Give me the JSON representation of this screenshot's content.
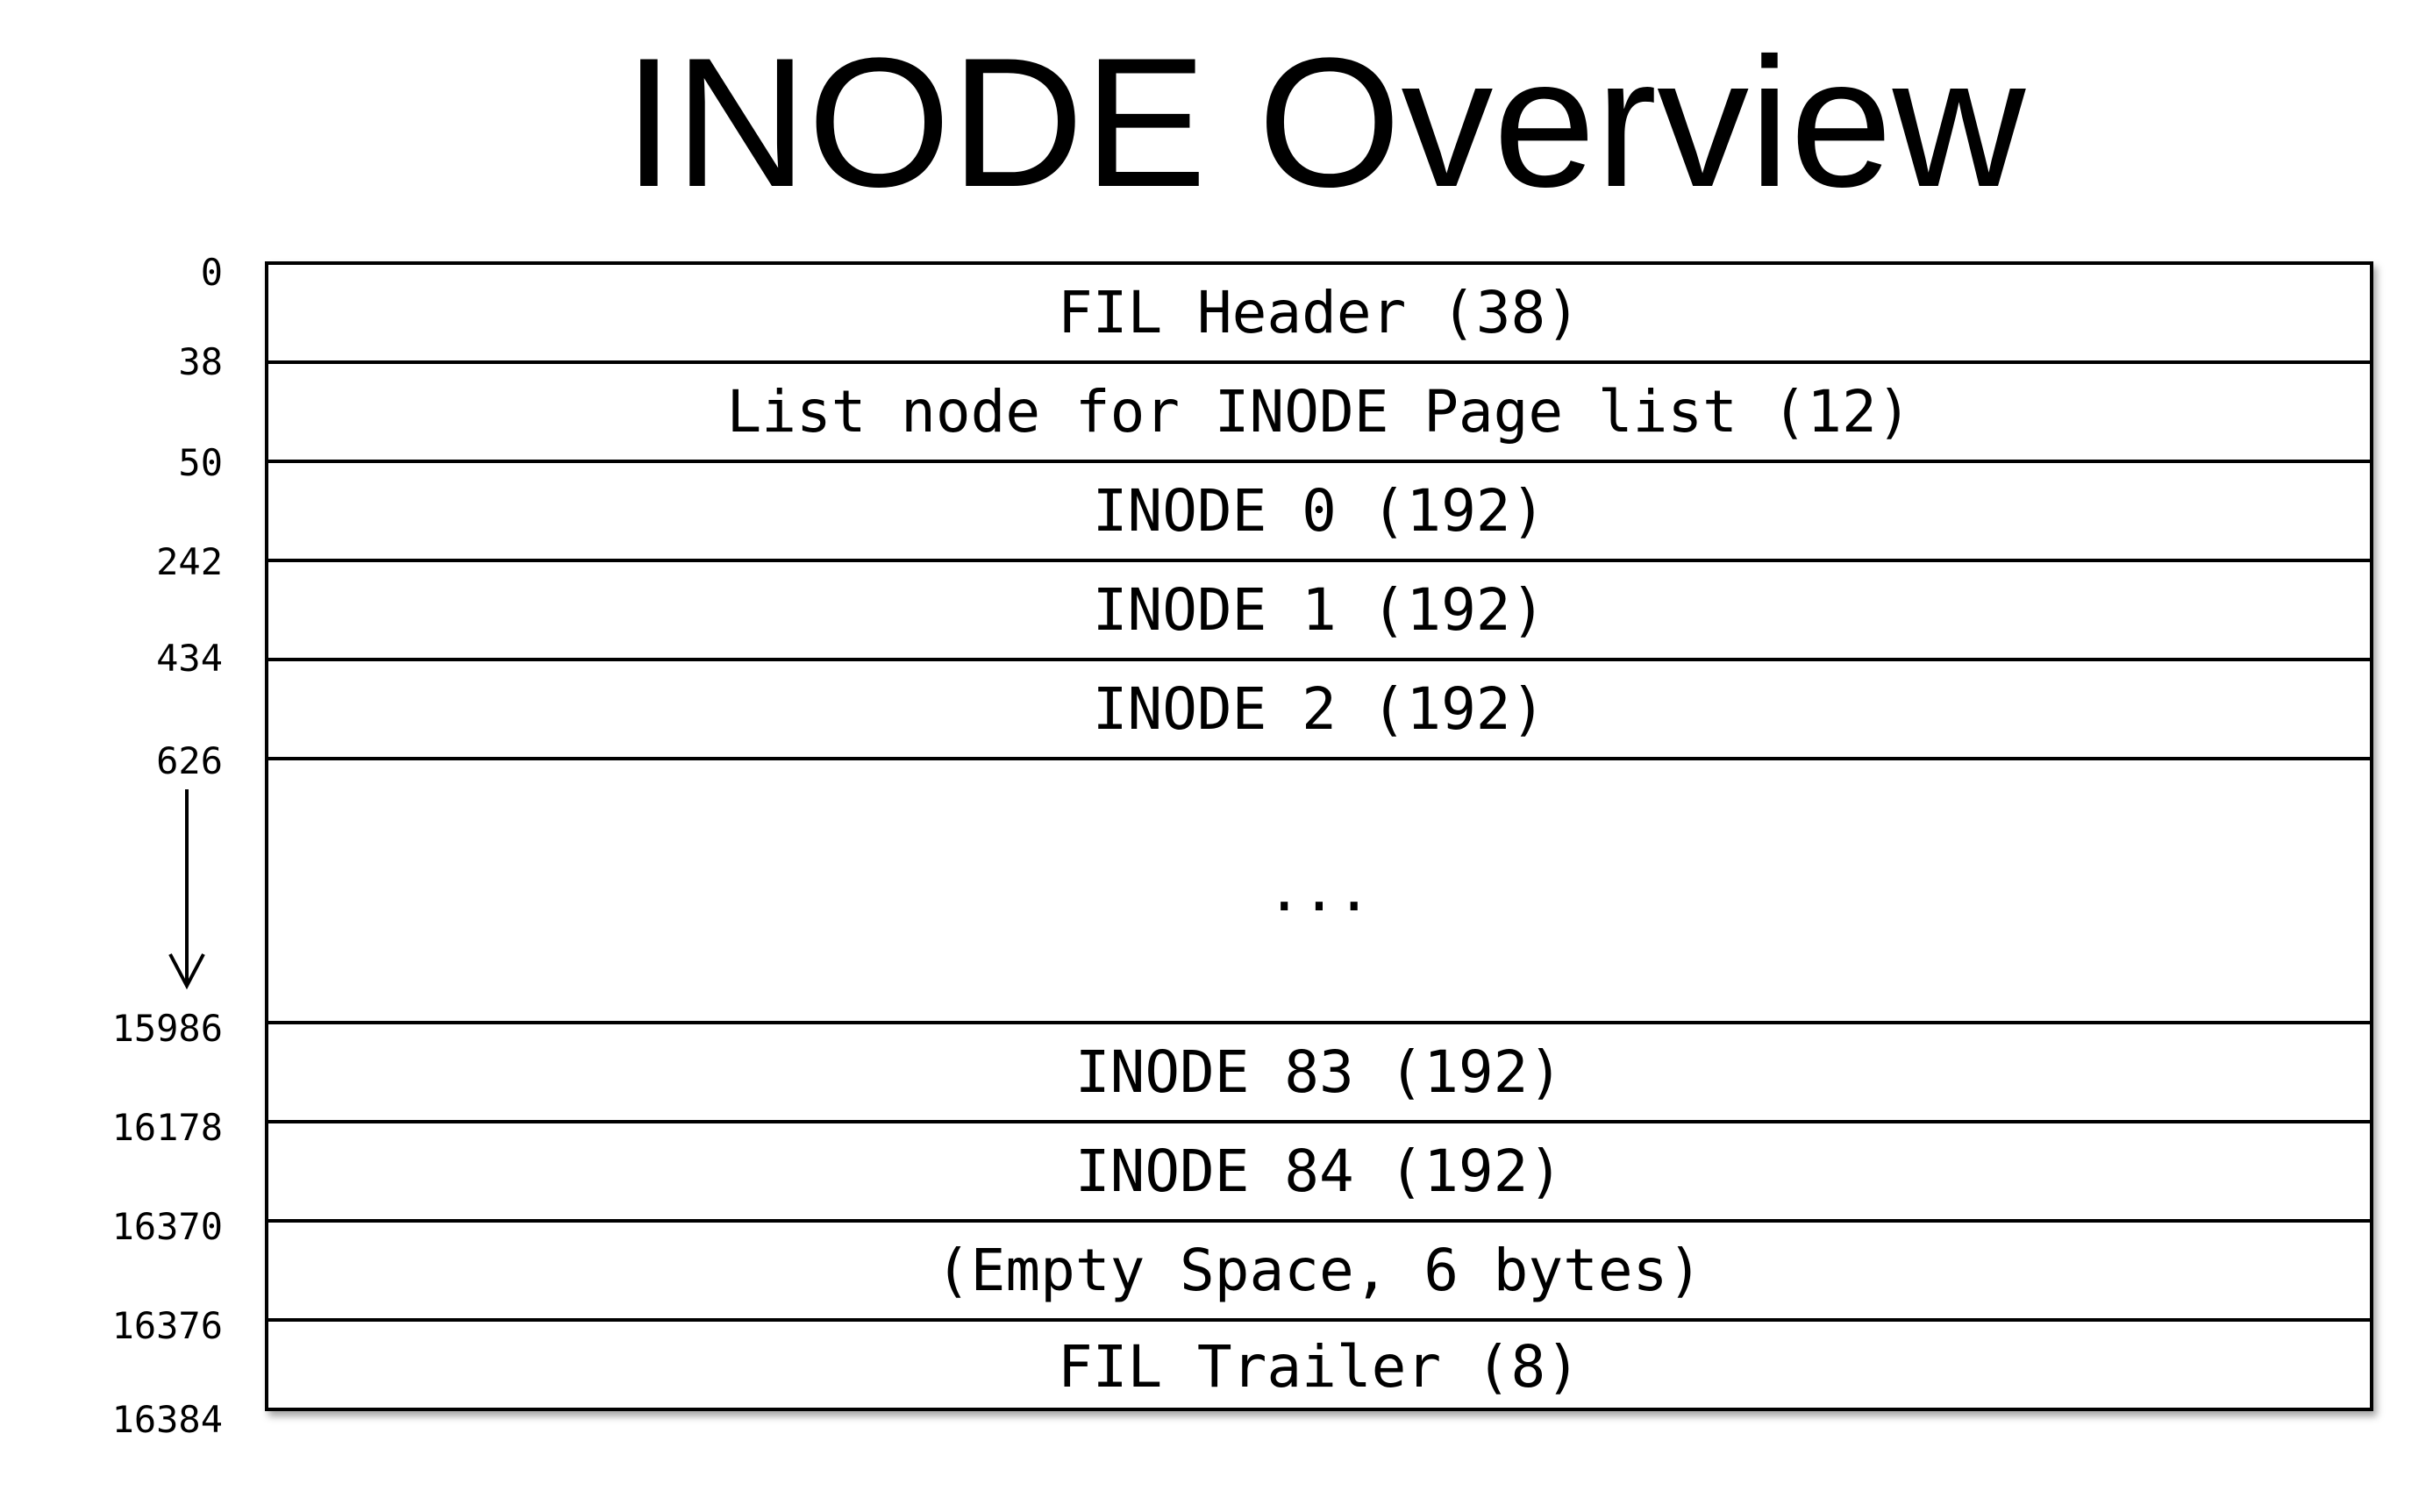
{
  "title": "INODE Overview",
  "rows": [
    {
      "label": "FIL Header (38)"
    },
    {
      "label": "List node for INODE Page list (12)"
    },
    {
      "label": "INODE 0 (192)"
    },
    {
      "label": "INODE 1 (192)"
    },
    {
      "label": "INODE 2 (192)"
    },
    {
      "label": "..."
    },
    {
      "label": "INODE 83 (192)"
    },
    {
      "label": "INODE 84 (192)"
    },
    {
      "label": "(Empty Space, 6 bytes)"
    },
    {
      "label": "FIL Trailer (8)"
    }
  ],
  "offsets": [
    "0",
    "38",
    "50",
    "242",
    "434",
    "626",
    "15986",
    "16178",
    "16370",
    "16376",
    "16384"
  ],
  "arrow_icon": "down-arrow-icon"
}
